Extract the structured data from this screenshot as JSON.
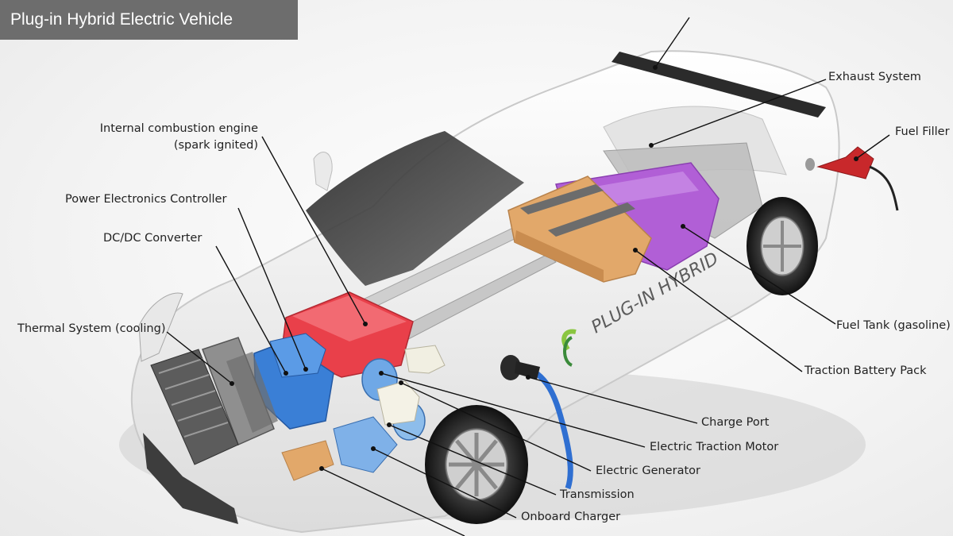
{
  "title": "Plug-in Hybrid Electric Vehicle",
  "car_badge_text": "PLUG-IN HYBRID",
  "labels": {
    "ice_line1": "Internal combustion engine",
    "ice_line2": "(spark ignited)",
    "power_electronics": "Power Electronics Controller",
    "dcdc": "DC/DC Converter",
    "thermal": "Thermal System (cooling)",
    "exhaust": "Exhaust System",
    "fuel_filler": "Fuel Filler",
    "fuel_tank": "Fuel Tank (gasoline)",
    "traction_battery": "Traction Battery Pack",
    "charge_port": "Charge Port",
    "traction_motor": "Electric Traction Motor",
    "generator": "Electric Generator",
    "transmission": "Transmission",
    "onboard_charger": "Onboard Charger"
  },
  "colors": {
    "banner": "#6d6d6d",
    "battery": "#e2a86a",
    "fuel_tank": "#b15fd6",
    "engine": "#e9404a",
    "electronics": "#3a7fd6",
    "charge_cable": "#2f6fd1",
    "fuel_nozzle": "#c8282b"
  }
}
